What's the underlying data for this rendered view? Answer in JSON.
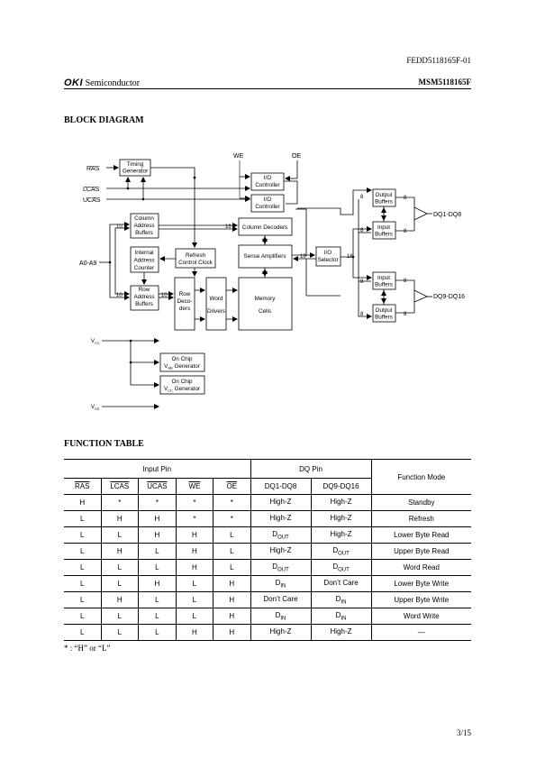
{
  "header": {
    "doc_id": "FEDD5118165F-01",
    "brand": "OKI",
    "company": "Semiconductor",
    "part_no": "MSM5118165F"
  },
  "block_diagram": {
    "title": "BLOCK DIAGRAM",
    "signals": {
      "ras": "RAS",
      "lcas": "LCAS",
      "ucas": "UCAS",
      "we": "WE",
      "oe": "OE",
      "addr": "A0-A9",
      "vcc": "V",
      "vcc_sub": "CC",
      "vss": "V",
      "vss_sub": "SS",
      "dq_low": "DQ1-DQ8",
      "dq_high": "DQ9-DQ16"
    },
    "blocks": {
      "timing_gen": [
        "Timing",
        "Generator"
      ],
      "io_ctrl_1": [
        "I/O",
        "Controller"
      ],
      "io_ctrl_2": [
        "I/O",
        "Controller"
      ],
      "col_addr": [
        "Column",
        "Address",
        "Buffers"
      ],
      "col_dec": [
        "Column Decoders"
      ],
      "int_counter": [
        "Internal",
        "Address",
        "Counter"
      ],
      "refresh_clock": [
        "Refresh",
        "Control Clock"
      ],
      "sense_amps": [
        "Sense Amplifiers"
      ],
      "io_selector": [
        "I/O",
        "Selector"
      ],
      "row_addr": [
        "Row",
        "Address",
        "Buffers"
      ],
      "row_dec": [
        "Row",
        "Deco-",
        "ders"
      ],
      "word_drv": [
        "Word",
        "Drivers"
      ],
      "mem_cells": [
        "Memory",
        "Cells"
      ],
      "out_buf_1": [
        "Output",
        "Buffers"
      ],
      "in_buf_1": [
        "Input",
        "Buffers"
      ],
      "in_buf_2": [
        "Input",
        "Buffers"
      ],
      "out_buf_2": [
        "Output",
        "Buffers"
      ],
      "vbb_gen": [
        "On Chip",
        "V",
        "BB",
        " Generator"
      ],
      "vcc_gen": [
        "On Chip",
        "V",
        "CC",
        " Generator"
      ]
    },
    "bus_widths": {
      "ten": "10",
      "sixteen": "16",
      "eight": "8"
    }
  },
  "function_table": {
    "title": "FUNCTION TABLE",
    "group_headers": {
      "input_pin": "Input Pin",
      "dq_pin": "DQ Pin",
      "function_mode": "Function Mode"
    },
    "columns": [
      "RAS",
      "LCAS",
      "UCAS",
      "WE",
      "OE",
      "DQ1-DQ8",
      "DQ9-DQ16"
    ],
    "rows": [
      {
        "ras": "H",
        "lcas": "*",
        "ucas": "*",
        "we": "*",
        "oe": "*",
        "dq1": "High-Z",
        "dq1_sub": "",
        "dq9": "High-Z",
        "dq9_sub": "",
        "mode": "Standby"
      },
      {
        "ras": "L",
        "lcas": "H",
        "ucas": "H",
        "we": "*",
        "oe": "*",
        "dq1": "High-Z",
        "dq1_sub": "",
        "dq9": "High-Z",
        "dq9_sub": "",
        "mode": "Refresh"
      },
      {
        "ras": "L",
        "lcas": "L",
        "ucas": "H",
        "we": "H",
        "oe": "L",
        "dq1": "D",
        "dq1_sub": "OUT",
        "dq9": "High-Z",
        "dq9_sub": "",
        "mode": "Lower Byte Read"
      },
      {
        "ras": "L",
        "lcas": "H",
        "ucas": "L",
        "we": "H",
        "oe": "L",
        "dq1": "High-Z",
        "dq1_sub": "",
        "dq9": "D",
        "dq9_sub": "OUT",
        "mode": "Upper Byte Read"
      },
      {
        "ras": "L",
        "lcas": "L",
        "ucas": "L",
        "we": "H",
        "oe": "L",
        "dq1": "D",
        "dq1_sub": "OUT",
        "dq9": "D",
        "dq9_sub": "OUT",
        "mode": "Word Read"
      },
      {
        "ras": "L",
        "lcas": "L",
        "ucas": "H",
        "we": "L",
        "oe": "H",
        "dq1": "D",
        "dq1_sub": "IN",
        "dq9": "Don’t Care",
        "dq9_sub": "",
        "mode": "Lower Byte Write"
      },
      {
        "ras": "L",
        "lcas": "H",
        "ucas": "L",
        "we": "L",
        "oe": "H",
        "dq1": "Don’t Care",
        "dq1_sub": "",
        "dq9": "D",
        "dq9_sub": "IN",
        "mode": "Upper Byte Write"
      },
      {
        "ras": "L",
        "lcas": "L",
        "ucas": "L",
        "we": "L",
        "oe": "H",
        "dq1": "D",
        "dq1_sub": "IN",
        "dq9": "D",
        "dq9_sub": "IN",
        "mode": "Word Write"
      },
      {
        "ras": "L",
        "lcas": "L",
        "ucas": "L",
        "we": "H",
        "oe": "H",
        "dq1": "High-Z",
        "dq1_sub": "",
        "dq9": "High-Z",
        "dq9_sub": "",
        "mode": "—"
      }
    ],
    "note": "* : “H” or “L”"
  },
  "footer": {
    "page": "3/15"
  }
}
